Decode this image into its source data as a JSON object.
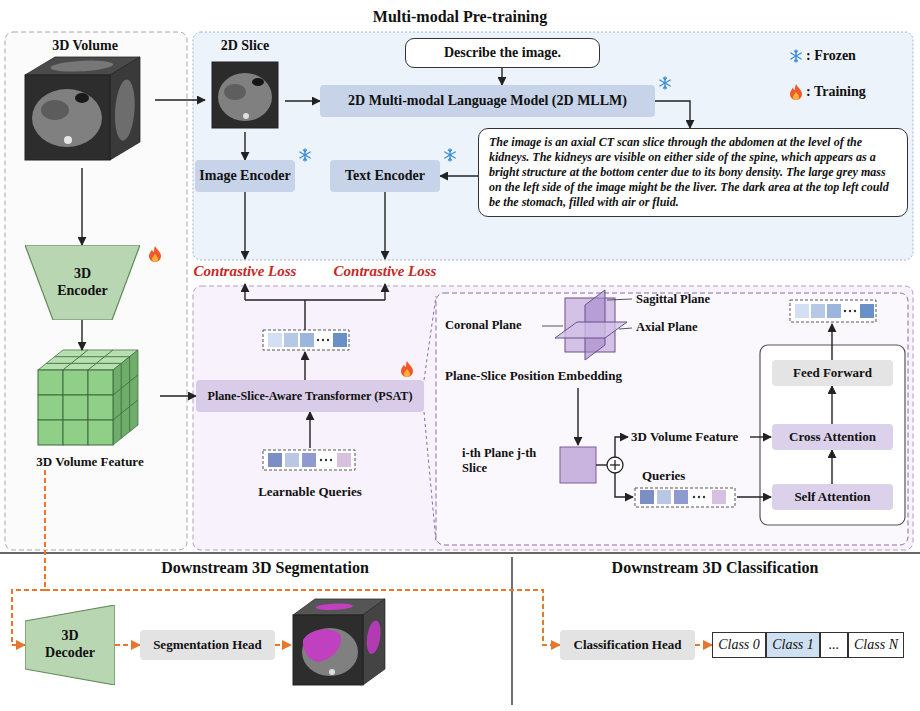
{
  "diagram": {
    "title": "Multi-modal Pre-training",
    "nodes": [
      {
        "text": [
          "3D Volume"
        ]
      },
      {
        "text": [
          "2D Slice"
        ]
      },
      {
        "text": [
          "Describe the image."
        ]
      },
      {
        "text": [
          "2D Multi-modal Language Model (2D MLLM)"
        ]
      },
      {
        "text": [
          "Image Encoder"
        ]
      },
      {
        "text": [
          "Text Encoder"
        ]
      },
      {
        "text": [
          "The image is an axial CT scan slice through the abdomen at the level of the kidneys. The kidneys are visible on either side of the spine, which appears as a bright structure at the bottom center due to its bony density. The large grey mass on the left side of the image might be the liver. The dark area at the top left could be the stomach, filled with air or fluid."
        ]
      },
      {
        "text": [
          "3D Encoder"
        ]
      },
      {
        "text": [
          "3D Volume Feature"
        ]
      },
      {
        "text": [
          "Plane-Slice-Aware Transformer (PSAT)"
        ]
      },
      {
        "text": [
          "Learnable Queries"
        ]
      },
      {
        "text": [
          "Feed Forward"
        ]
      },
      {
        "text": [
          "Cross Attention"
        ]
      },
      {
        "text": [
          "Self Attention"
        ]
      },
      {
        "text": [
          "3D Decoder"
        ]
      },
      {
        "text": [
          "Segmentation Head"
        ]
      },
      {
        "text": [
          "Classification Head"
        ]
      },
      {
        "text": [
          "Class 0"
        ]
      },
      {
        "text": [
          "Class 1"
        ]
      },
      {
        "text": [
          "..."
        ]
      },
      {
        "text": [
          "Class N"
        ]
      }
    ],
    "edges": [
      {
        "from": 0,
        "to": 1,
        "arrow": "to"
      },
      {
        "from": 1,
        "to": 3,
        "arrow": "to"
      },
      {
        "from": 2,
        "to": 3,
        "arrow": "to"
      },
      {
        "from": 3,
        "to": 6,
        "arrow": "to"
      },
      {
        "from": 6,
        "to": 5,
        "arrow": "to"
      },
      {
        "from": 1,
        "to": 4,
        "arrow": "to"
      },
      {
        "from": 0,
        "to": 7,
        "arrow": "to"
      },
      {
        "from": 7,
        "to": 8,
        "arrow": "to"
      },
      {
        "from": 8,
        "to": 9,
        "arrow": "to"
      },
      {
        "from": 10,
        "to": 9,
        "arrow": "to"
      },
      {
        "from": 13,
        "to": 12,
        "arrow": "to"
      },
      {
        "from": 12,
        "to": 11,
        "arrow": "to"
      },
      {
        "from": 8,
        "to": 14,
        "arrow": "to"
      },
      {
        "from": 8,
        "to": 16,
        "arrow": "to"
      },
      {
        "from": 14,
        "to": 15,
        "arrow": "to"
      },
      {
        "from": 16,
        "to": 17,
        "arrow": "to"
      }
    ],
    "labels": [
      "Contrastive Loss",
      "Contrastive Loss",
      "Coronal Plane",
      "Sagittal Plane",
      "Axial Plane",
      "Plane-Slice Position Embedding",
      "i-th Plane j-th Slice",
      "3D Volume Feature",
      "Queries",
      "Downstream 3D Segmentation",
      "Downstream 3D Classification"
    ],
    "legend": [
      {
        "text": ": Frozen"
      },
      {
        "text": ": Training"
      }
    ]
  }
}
